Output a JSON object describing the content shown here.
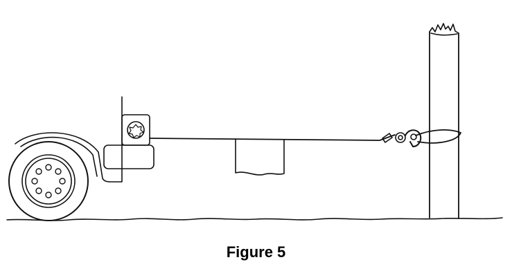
{
  "figure": {
    "caption": "Figure 5",
    "colors": {
      "line": "#111111",
      "background": "#ffffff"
    },
    "parts": [
      "vehicle-wheel",
      "fender",
      "winch",
      "bumper",
      "winch-cable",
      "tree-saver-strap",
      "cable-hook",
      "tree-stump",
      "ground"
    ]
  }
}
